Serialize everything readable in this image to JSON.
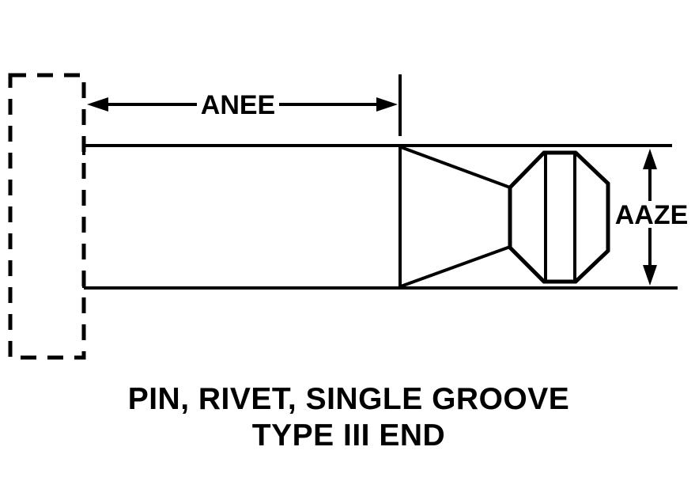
{
  "colors": {
    "line": "#000000",
    "text": "#000000",
    "background": "#ffffff"
  },
  "drawing": {
    "dimensions": {
      "length_label": "ANEE",
      "diameter_label": "AAZE"
    },
    "caption": {
      "line1": "PIN, RIVET, SINGLE GROOVE",
      "line2": "TYPE III END"
    }
  }
}
